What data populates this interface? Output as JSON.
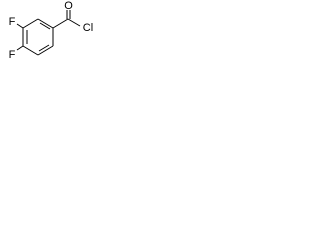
{
  "molecule": {
    "atoms": {
      "fluorine_top": "F",
      "fluorine_bottom": "F",
      "carbonyl_oxygen": "O",
      "chlorine": "Cl"
    },
    "colors": {
      "bond": "#000000",
      "label": "#000000",
      "background": "#ffffff"
    }
  }
}
